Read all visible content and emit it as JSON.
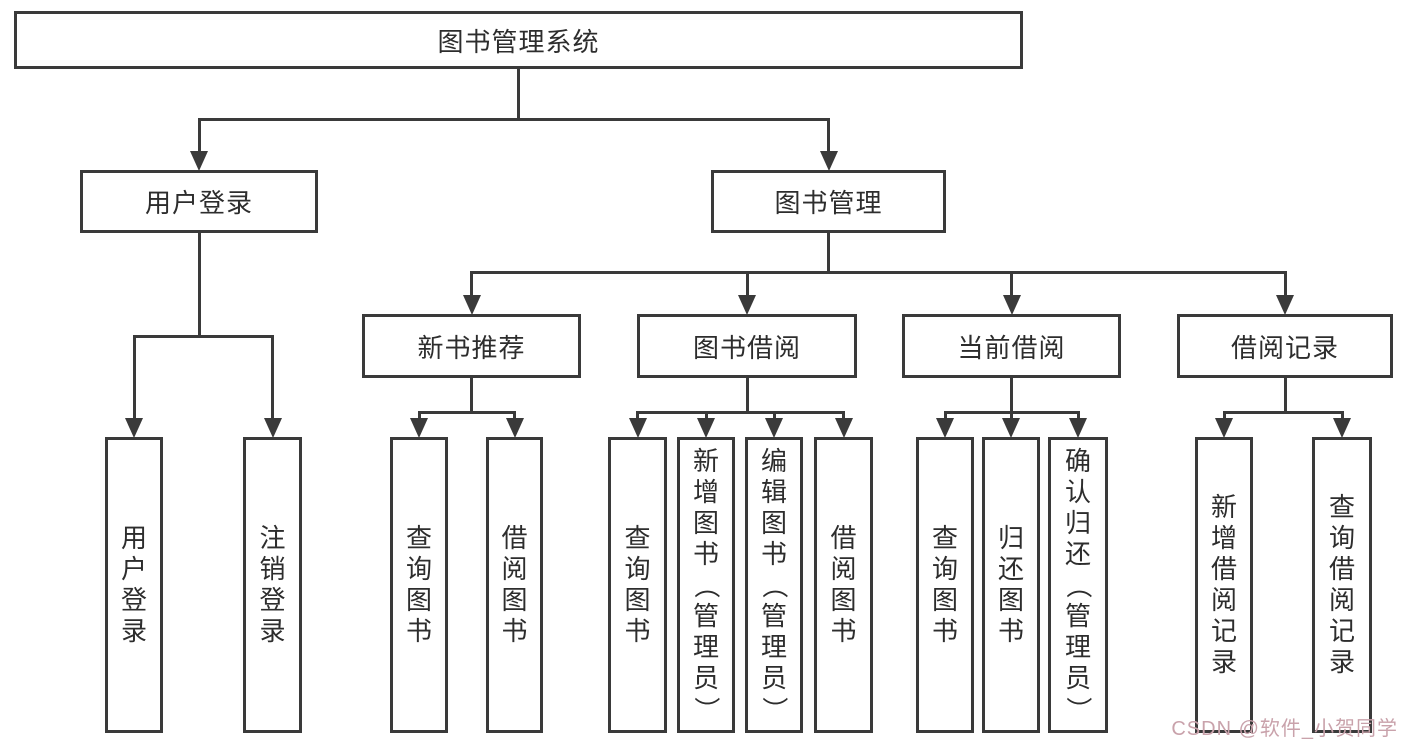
{
  "page": {
    "background": "#ffffff"
  },
  "colors": {
    "line": "#3a3a3a",
    "box_border": "#3a3a3a",
    "box_background": "#ffffff",
    "text": "#2d2d2d"
  },
  "watermark": {
    "text": "CSDN @软件_小贺同学",
    "color": "#c9a2ab"
  },
  "diagram": {
    "title": "图书管理系统",
    "nodes": [
      {
        "id": "root",
        "label": "图书管理系统",
        "level": 1,
        "parent": null
      },
      {
        "id": "user-login",
        "label": "用户登录",
        "level": 2,
        "parent": "root"
      },
      {
        "id": "book-mgmt",
        "label": "图书管理",
        "level": 2,
        "parent": "root"
      },
      {
        "id": "new-book-rec",
        "label": "新书推荐",
        "level": 3,
        "parent": "book-mgmt"
      },
      {
        "id": "book-borrow",
        "label": "图书借阅",
        "level": 3,
        "parent": "book-mgmt"
      },
      {
        "id": "current-borrow",
        "label": "当前借阅",
        "level": 3,
        "parent": "book-mgmt"
      },
      {
        "id": "borrow-records",
        "label": "借阅记录",
        "level": 3,
        "parent": "book-mgmt"
      },
      {
        "id": "login",
        "label": "用户登录",
        "level": 4,
        "parent": "user-login"
      },
      {
        "id": "logout",
        "label": "注销登录",
        "level": 4,
        "parent": "user-login"
      },
      {
        "id": "nbr-query",
        "label": "查询图书",
        "level": 4,
        "parent": "new-book-rec"
      },
      {
        "id": "nbr-borrow",
        "label": "借阅图书",
        "level": 4,
        "parent": "new-book-rec"
      },
      {
        "id": "bb-query",
        "label": "查询图书",
        "level": 4,
        "parent": "book-borrow"
      },
      {
        "id": "bb-add",
        "label": "新增图书（管理员）",
        "level": 4,
        "parent": "book-borrow"
      },
      {
        "id": "bb-edit",
        "label": "编辑图书（管理员）",
        "level": 4,
        "parent": "book-borrow"
      },
      {
        "id": "bb-borrow",
        "label": "借阅图书",
        "level": 4,
        "parent": "book-borrow"
      },
      {
        "id": "cb-query",
        "label": "查询图书",
        "level": 4,
        "parent": "current-borrow"
      },
      {
        "id": "cb-return",
        "label": "归还图书",
        "level": 4,
        "parent": "current-borrow"
      },
      {
        "id": "cb-confirm",
        "label": "确认归还（管理员）",
        "level": 4,
        "parent": "current-borrow"
      },
      {
        "id": "br-add",
        "label": "新增借阅记录",
        "level": 4,
        "parent": "borrow-records"
      },
      {
        "id": "br-query",
        "label": "查询借阅记录",
        "level": 4,
        "parent": "borrow-records"
      }
    ]
  }
}
